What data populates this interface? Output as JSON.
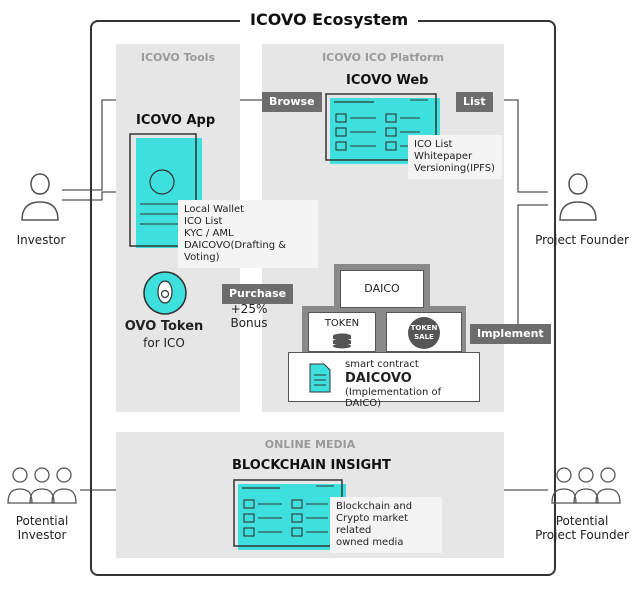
{
  "main_title": "ICOVO Ecosystem",
  "panels": {
    "tools": "ICOVO Tools",
    "platform": "ICOVO ICO Platform",
    "media": "ONLINE MEDIA"
  },
  "actors": {
    "investor": "Investor",
    "project_founder": "Project Founder",
    "potential_investor": [
      "Potential",
      "Investor"
    ],
    "potential_founder": [
      "Potential",
      "Project Founder"
    ]
  },
  "app": {
    "title": "ICOVO App",
    "features": [
      "Local Wallet",
      "ICO List",
      "KYC / AML",
      "DAICOVO(Drafting & Voting)"
    ]
  },
  "web": {
    "title": "ICOVO Web",
    "features": [
      "ICO List",
      "Whitepaper",
      "Versioning(IPFS)"
    ]
  },
  "token": {
    "name": "OVO Token",
    "sub": "for ICO",
    "bonus": "+25% Bonus"
  },
  "tags": {
    "browse": "Browse",
    "list": "List",
    "purchase": "Purchase",
    "implement": "Implement"
  },
  "daico": {
    "daico": "DAICO",
    "token": "TOKEN",
    "token_sale": [
      "TOKEN",
      "SALE"
    ],
    "contract_caption": "smart contract",
    "contract_name": "DAICOVO",
    "contract_desc": "(Implementation of DAICO)"
  },
  "media": {
    "title": "BLOCKCHAIN INSIGHT",
    "desc": [
      "Blockchain and",
      "Crypto market related",
      "owned media"
    ]
  },
  "colors": {
    "accent": "#3ee0dd",
    "tag": "#6d6d6d",
    "panel": "#e6e6e6",
    "frame": "#333333"
  }
}
